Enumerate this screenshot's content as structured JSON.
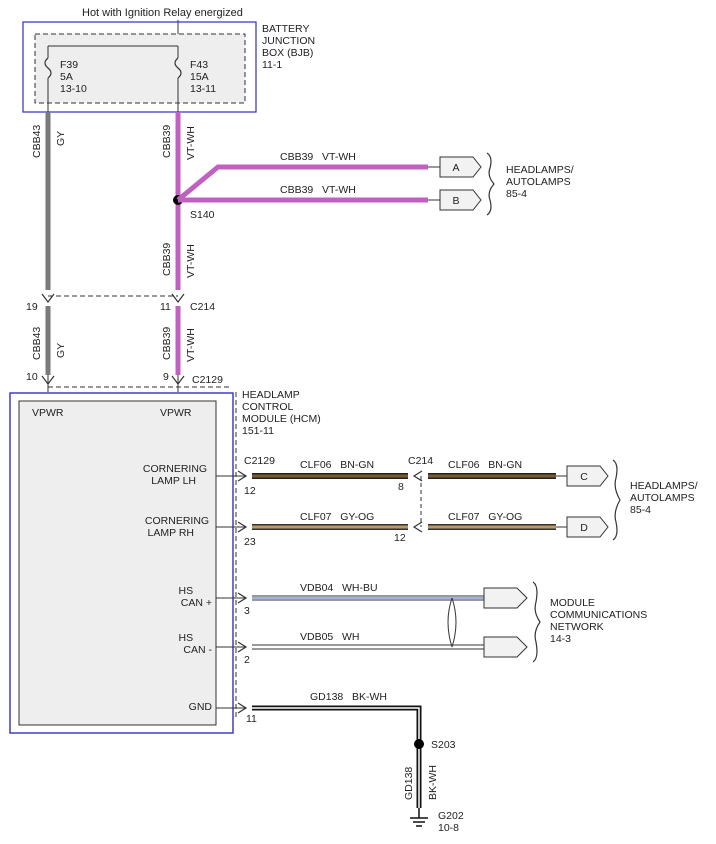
{
  "header": {
    "feed_label": "Hot with Ignition Relay energized"
  },
  "bjb": {
    "title_lines": [
      "BATTERY",
      "JUNCTION",
      "BOX (BJB)",
      "11-1"
    ],
    "fuses": [
      {
        "lines": [
          "F39",
          "5A",
          "13-10"
        ]
      },
      {
        "lines": [
          "F43",
          "15A",
          "13-11"
        ]
      }
    ]
  },
  "wires": {
    "cbb43_circuit": "CBB43",
    "cbb43_color": "GY",
    "cbb39_circuit": "CBB39",
    "cbb39_color": "VT-WH",
    "branch_a": "CBB39   VT-WH",
    "branch_b": "CBB39   VT-WH",
    "splice_s140": "S140",
    "c214_left_pin": "19",
    "c214_right_pin": "11",
    "c214_label": "C214",
    "c2129_left_pin": "10",
    "c2129_right_pin": "9",
    "c2129_label": "C2129"
  },
  "headlamps_top": {
    "connectors": [
      "A",
      "B"
    ],
    "lines": [
      "HEADLAMPS/",
      "AUTOLAMPS",
      "85-4"
    ]
  },
  "hcm": {
    "title_lines": [
      "HEADLAMP",
      "CONTROL",
      "MODULE (HCM)",
      "151-11"
    ],
    "vpwr_left": "VPWR",
    "vpwr_right": "VPWR",
    "pins": [
      {
        "lines": [
          "CORNERING",
          "LAMP LH"
        ],
        "pin": "12",
        "c2129": "C2129"
      },
      {
        "lines": [
          "CORNERING",
          "LAMP RH"
        ],
        "pin": "23"
      },
      {
        "lines": [
          "HS",
          "CAN +"
        ],
        "pin": "3"
      },
      {
        "lines": [
          "HS",
          "CAN -"
        ],
        "pin": "2"
      },
      {
        "lines": [
          "GND"
        ],
        "pin": "11"
      }
    ]
  },
  "lamp_circuits": {
    "clf06_left": "CLF06   BN-GN",
    "clf06_right": "CLF06   BN-GN",
    "clf07_left": "CLF07   GY-OG",
    "clf07_right": "CLF07   GY-OG",
    "c214_label": "C214",
    "pin8": "8",
    "pin12": "12"
  },
  "headlamps_mid": {
    "connectors": [
      "C",
      "D"
    ],
    "lines": [
      "HEADLAMPS/",
      "AUTOLAMPS",
      "85-4"
    ]
  },
  "can": {
    "vdb04": "VDB04   WH-BU",
    "vdb05": "VDB05   WH",
    "network_lines": [
      "MODULE",
      "COMMUNICATIONS",
      "NETWORK",
      "14-3"
    ]
  },
  "ground": {
    "gd138_h": "GD138   BK-WH",
    "s203": "S203",
    "gd138_circuit": "GD138",
    "gd138_color": "BK-WH",
    "g202_lines": [
      "G202",
      "10-8"
    ]
  },
  "colors": {
    "vt_wh": "#c060c0",
    "gy": "#7a7a7a",
    "bn_gn": "#7a5a32",
    "gy_og": "#b89a6a",
    "wh_bu": "#4060c0",
    "box_blue": "#3030c0",
    "hcm_fill": "#eeeeee"
  }
}
